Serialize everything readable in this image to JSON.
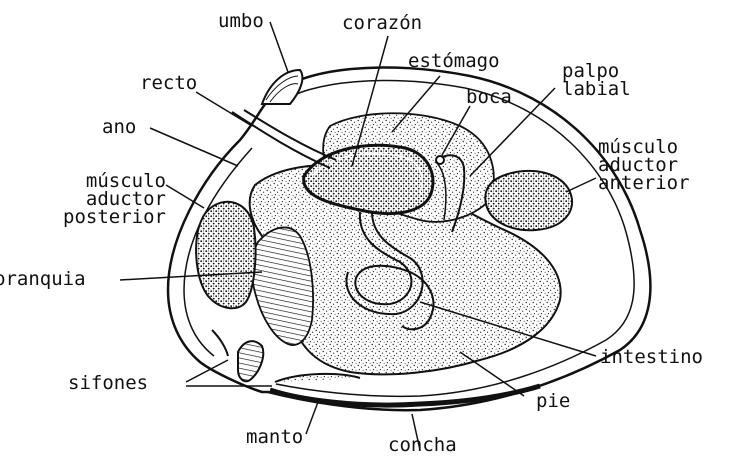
{
  "diagram": {
    "labels": {
      "umbo": "umbo",
      "corazon": "corazón",
      "estomago": "estómago",
      "recto": "recto",
      "boca": "boca",
      "palpo_labial": [
        "palpo",
        "labial"
      ],
      "ano": "ano",
      "musculo_aductor_anterior": [
        "músculo",
        "aductor",
        "anterior"
      ],
      "musculo_aductor_posterior": [
        "músculo",
        "aductor",
        "posterior"
      ],
      "branquia": "branquia",
      "intestino": "intestino",
      "sifones": "sifones",
      "pie": "pie",
      "manto": "manto",
      "concha": "concha"
    }
  },
  "colors": {
    "ink": "#111111",
    "background": "#ffffff"
  }
}
